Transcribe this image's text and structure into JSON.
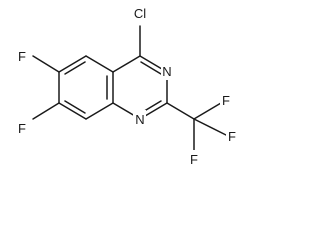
{
  "molecule": {
    "atoms": {
      "cl": "Cl",
      "n3": "N",
      "n1": "N",
      "f6": "F",
      "f7": "F",
      "cf3_top": "F",
      "cf3_right": "F",
      "cf3_bottom": "F"
    }
  },
  "colors": {
    "bond": "#1a1a1a",
    "label": "#1a1a1a",
    "background": "#ffffff"
  }
}
